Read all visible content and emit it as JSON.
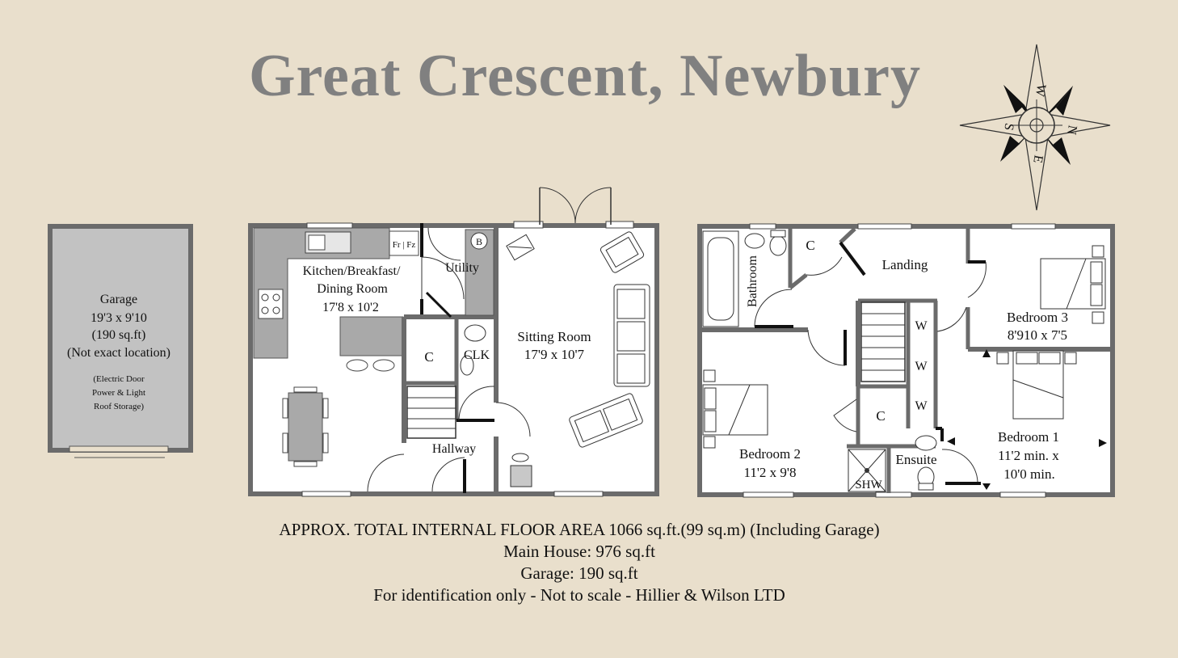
{
  "title": "Great Crescent, Newbury",
  "compass": {
    "n": "N",
    "e": "E",
    "s": "S",
    "w": "W"
  },
  "garage": {
    "name": "Garage",
    "size": "19'3 x 9'10",
    "area": "(190 sq.ft)",
    "note": "(Not exact location)",
    "extras": [
      "(Electric Door",
      "Power & Light",
      "Roof Storage)"
    ]
  },
  "ground_floor": {
    "kitchen": {
      "name_1": "Kitchen/Breakfast/",
      "name_2": "Dining Room",
      "size": "17'8 x 10'2"
    },
    "fridge_label": "Fr | Fz",
    "boiler_label": "B",
    "utility": "Utility",
    "cupboard": "C",
    "clk": "CLK",
    "hallway": "Hallway",
    "sitting": {
      "name": "Sitting Room",
      "size": "17'9 x 10'7"
    }
  },
  "first_floor": {
    "bathroom": "Bathroom",
    "cupboard_top": "C",
    "landing": "Landing",
    "bedroom3": {
      "name": "Bedroom 3",
      "size": "8'910 x 7'5"
    },
    "wardrobes": [
      "W",
      "W",
      "W"
    ],
    "cupboard_mid": "C",
    "bedroom2": {
      "name": "Bedroom 2",
      "size": "11'2 x 9'8"
    },
    "ensuite": "Ensuite",
    "shower": "SHW",
    "bedroom1": {
      "name": "Bedroom 1",
      "size_1": "11'2 min. x",
      "size_2": "10'0 min."
    }
  },
  "footer": {
    "line1": "APPROX. TOTAL INTERNAL FLOOR AREA 1066 sq.ft.(99 sq.m) (Including Garage)",
    "line2": "Main House: 976 sq.ft",
    "line3": "Garage: 190 sq.ft",
    "line4": "For identification only - Not to scale - Hillier & Wilson LTD"
  },
  "colors": {
    "background": "#e9dfcc",
    "wall": "#6b6b6b",
    "fixture": "#b0b0b0",
    "title": "#808080"
  }
}
